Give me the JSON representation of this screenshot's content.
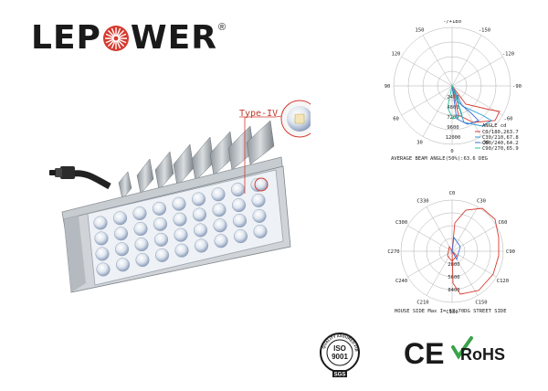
{
  "brand": {
    "name_left": "LEP",
    "name_right": "WER",
    "registered": "®"
  },
  "product": {
    "callout_label": "Type-IV"
  },
  "chart1": {
    "angle_labels": [
      "-150",
      "-/+180",
      "150",
      "-120",
      "120",
      "-90",
      "90",
      "-60",
      "60",
      "-30",
      "30",
      "0"
    ],
    "radial_labels": [
      "2400",
      "4800",
      "7200",
      "9600",
      "12000"
    ],
    "legend_title": "ANGLE cd",
    "legend": [
      "C0/180,263.7",
      "C30/210,67.8",
      "C60/240,64.2",
      "C90/270,65.9"
    ],
    "caption": "AVERAGE BEAM ANGLE(50%):63.6 DEG"
  },
  "chart2": {
    "angle_labels": [
      "C180",
      "C210",
      "C150",
      "C240",
      "C120",
      "C270",
      "C90",
      "C300",
      "C60",
      "C330",
      "C30",
      "C0"
    ],
    "radial_labels": [
      "2800",
      "5600",
      "8400"
    ],
    "caption": "HOUSE SIDE        Max I= 67.70DG STREET SIDE"
  },
  "certs": {
    "iso_ring": "QUALITY ASSURED FIRM",
    "iso_main": "ISO",
    "iso_num": "9001",
    "iso_sgs": "SGS",
    "ce": "CE",
    "rohs": "RoHS"
  },
  "colors": {
    "accent_red": "#d63a2f",
    "callout_red": "#c0392b",
    "lens_blue": "#6f8fbf"
  }
}
